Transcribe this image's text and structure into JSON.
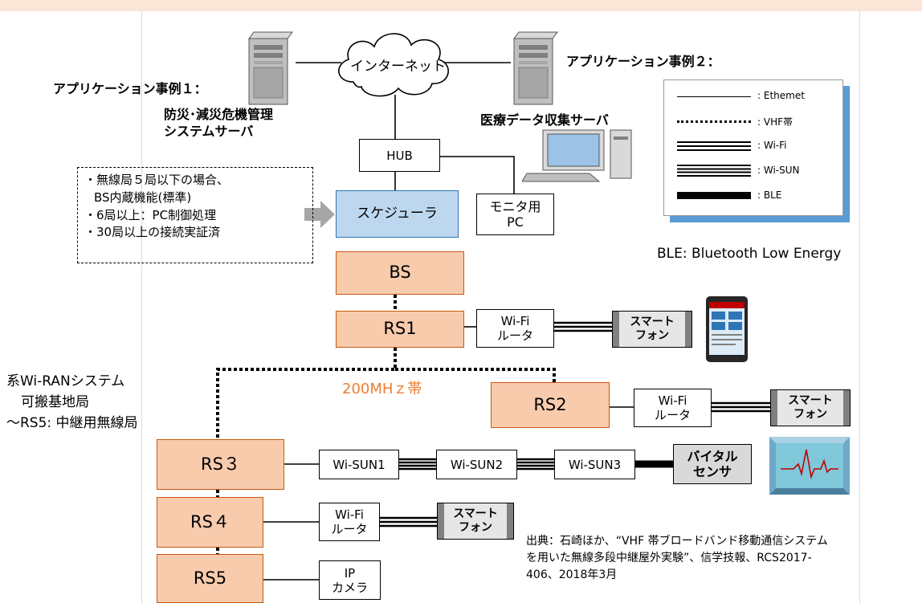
{
  "internet": {
    "label": "インターネット"
  },
  "app1": {
    "title": "アプリケーション事例１：",
    "server": "防災･減災危機管理\nシステムサーバ"
  },
  "app2": {
    "title": "アプリケーション事例２：",
    "server": "医療データ収集サーバ"
  },
  "nodes": {
    "hub": "HUB",
    "scheduler": "スケジューラ",
    "monitor_pc": "モニタ用\nPC",
    "bs": "BS",
    "rs1": "RS1",
    "rs2": "RS2",
    "rs3": "RS３",
    "rs4": "RS４",
    "rs5": "RS5",
    "wifi_router": "Wi-Fi\nルータ",
    "smartphone": "スマート\nフォン",
    "wisun1": "Wi-SUN1",
    "wisun2": "Wi-SUN2",
    "wisun3": "Wi-SUN3",
    "vital_sensor": "バイタル\nセンサ",
    "ip_camera": "IP\nカメラ"
  },
  "note": {
    "lines": [
      "・無線局５局以下の場合、",
      "BS内蔵機能(標準)",
      "・6局以上：PC制御処理",
      "・30局以上の接続実証済"
    ]
  },
  "legend": {
    "items": [
      {
        "label": ":  Ethemet",
        "style": "ethernet"
      },
      {
        "label": ":  VHF帯",
        "style": "vhf"
      },
      {
        "label": ":  Wi-Fi",
        "style": "wifi"
      },
      {
        "label": ":  Wi-SUN",
        "style": "wisun"
      },
      {
        "label": ":  BLE",
        "style": "ble"
      }
    ]
  },
  "ble_note": "BLE:  Bluetooth Low Energy",
  "band_label": "200MHｚ帯",
  "system_label": {
    "line1": "系Wi-RANシステム",
    "line2": "可搬基地局",
    "line3": "～RS5:  中継用無線局"
  },
  "source": "出典：石崎ほか、“VHF 帯ブロードバンド移動通信システム\nを用いた無線多段中継屋外実験”、信学技報、RCS2017-\n406、2018年3月",
  "colors": {
    "station_fill": "#f8cbad",
    "station_border": "#c55a11",
    "scheduler_fill": "#bdd7ee",
    "band_text": "#ed7d31",
    "legend_shadow": "#5b9bd5",
    "header_band": "#fbe5d6"
  }
}
